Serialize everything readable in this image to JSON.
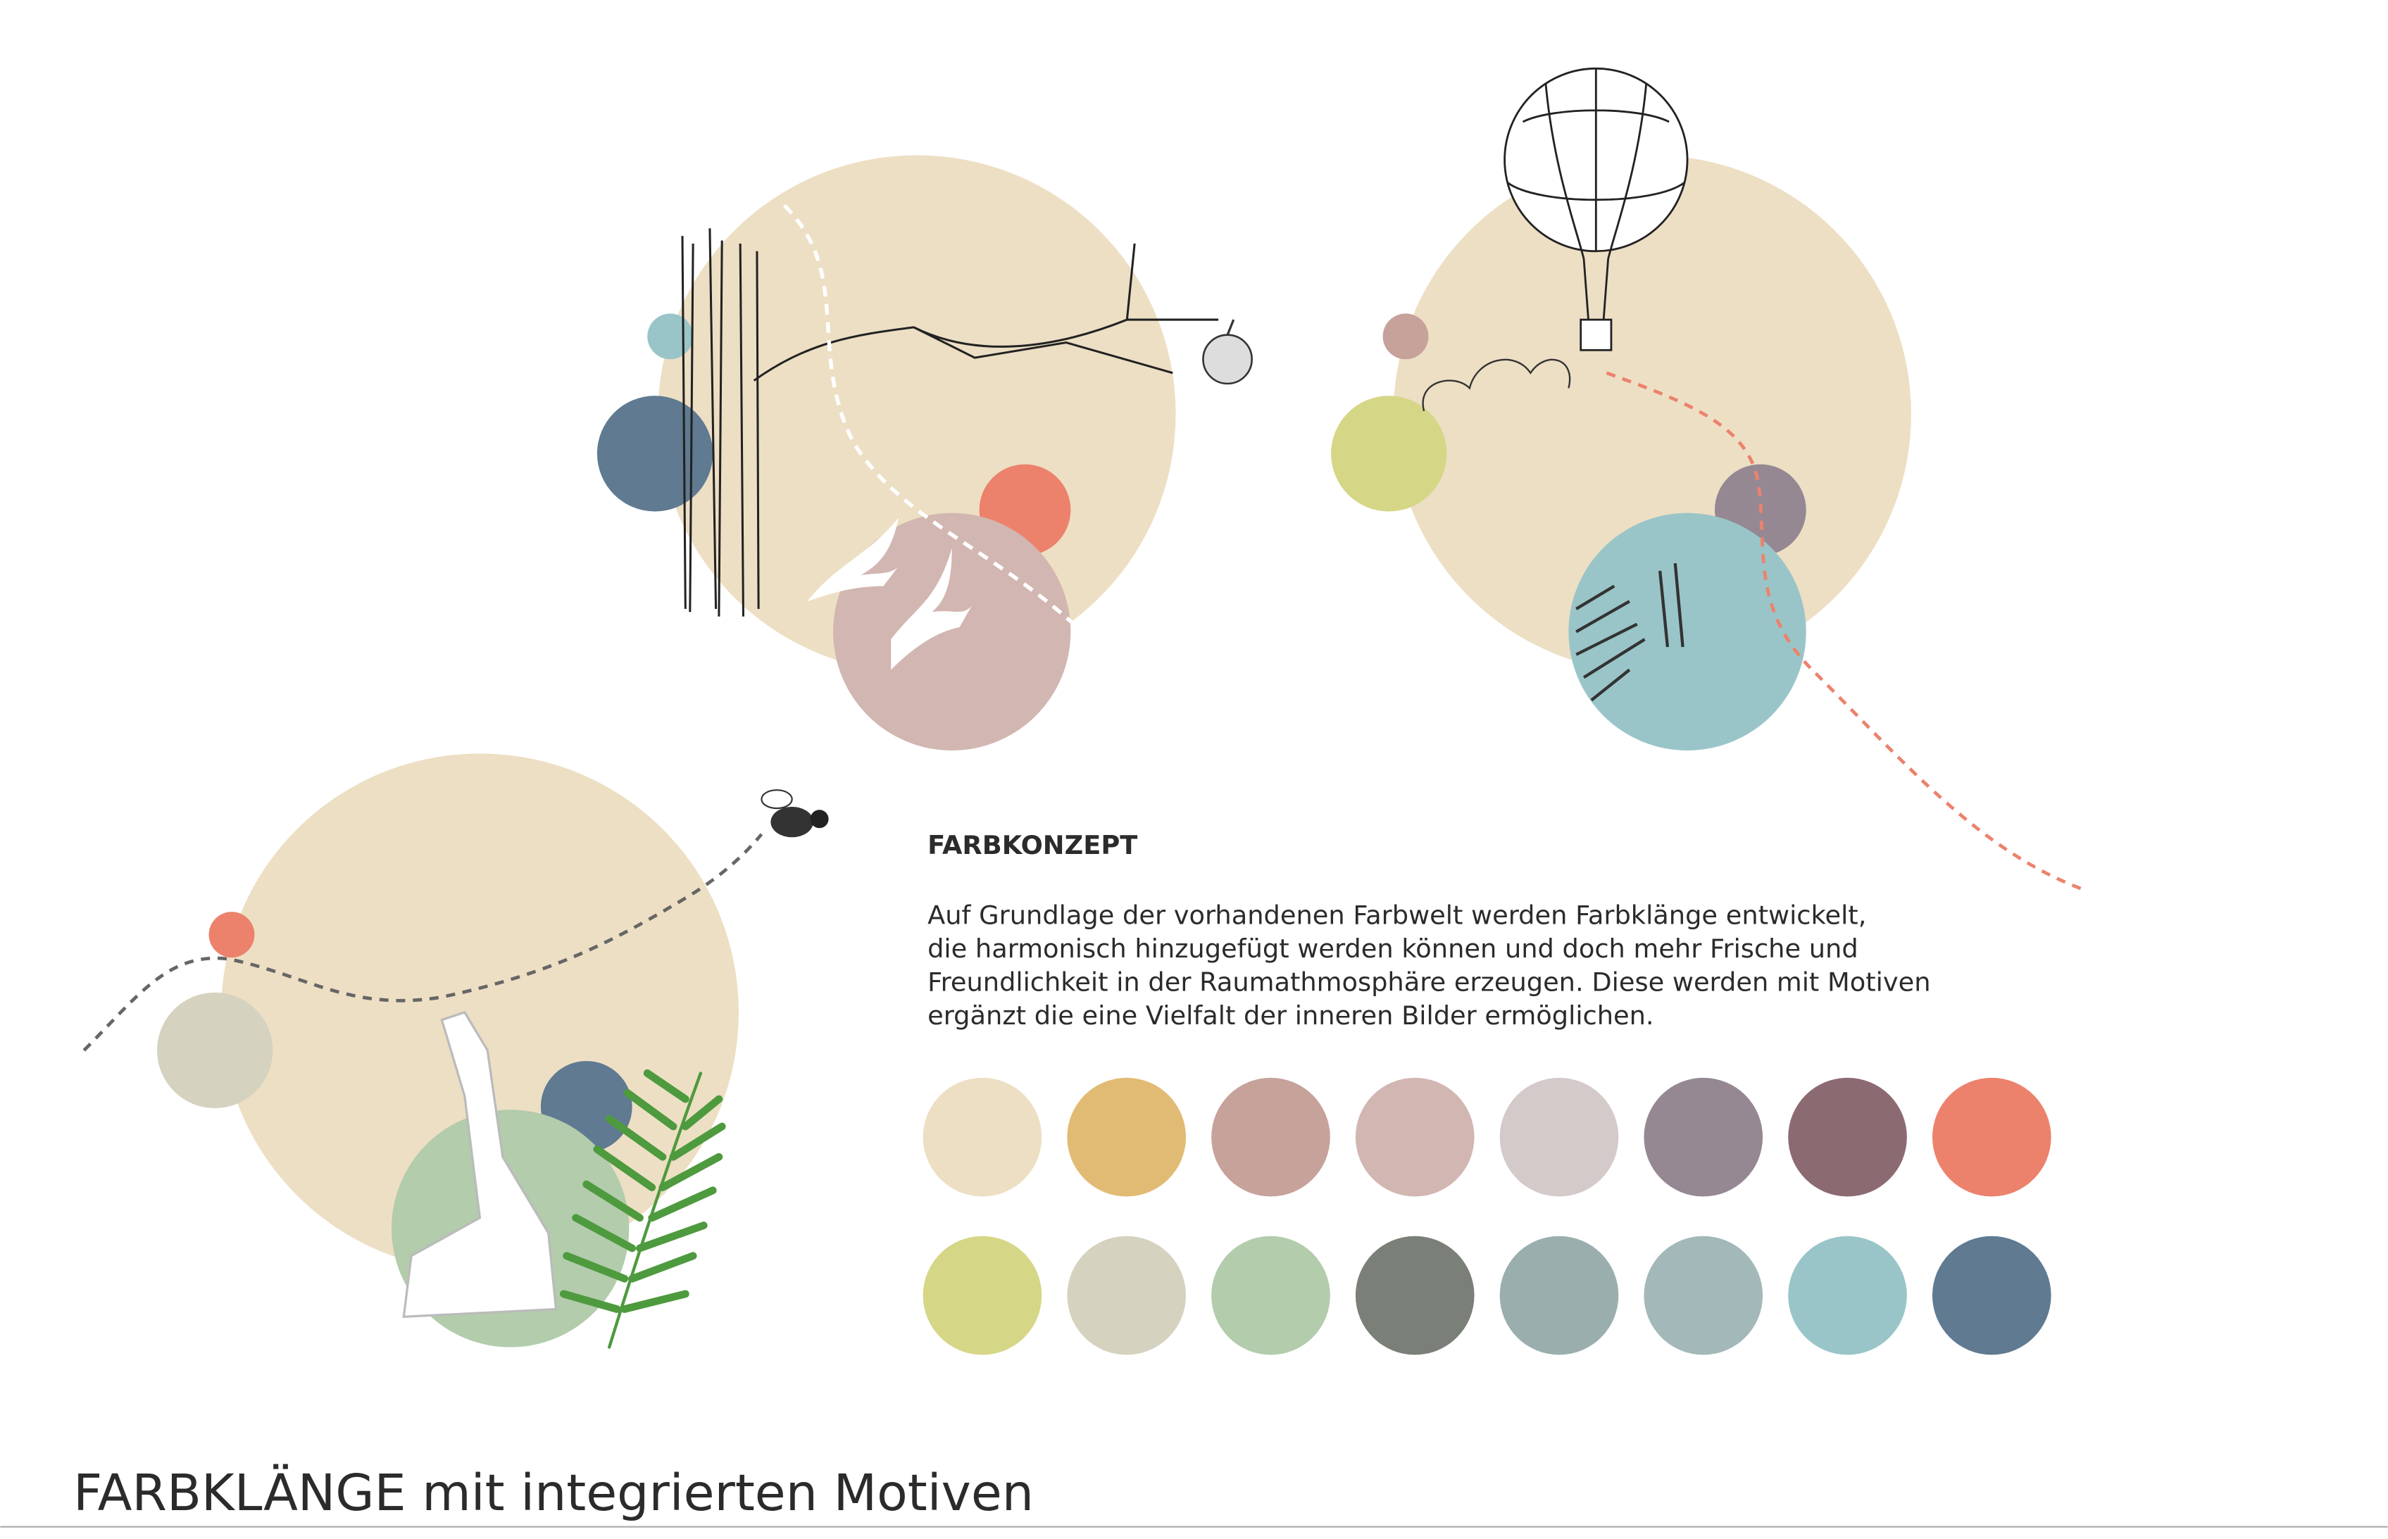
{
  "page_title": "FARBKLÄNGE mit integrierten Motiven",
  "concept": {
    "heading": "FARBKONZEPT",
    "body_lines": [
      "Auf Grundlage der vorhandenen Farbwelt werden Farbklänge entwickelt,",
      "die harmonisch hinzugefügt werden können und doch mehr Frische und",
      "Freundlichkeit in der Raumathmosphäre erzeugen. Diese werden mit Motiven",
      "ergänzt die eine Vielfalt der inneren Bilder ermöglichen."
    ]
  },
  "palette": {
    "row1": [
      "#EDDFC4",
      "#E1BB74",
      "#C6A29A",
      "#D2B6B1",
      "#D4CACA",
      "#958893",
      "#8C6A72",
      "#EC826C"
    ],
    "row2": [
      "#D6D687",
      "#D5D2BF",
      "#B2CCAC",
      "#7A7F78",
      "#9BAEAE",
      "#A3B8B8",
      "#9AC5C8",
      "#5F7A91"
    ]
  },
  "motifs": [
    {
      "name": "tree-apple-birds",
      "colors": [
        "#EDDFC4",
        "#9AC5C8",
        "#5F7A91",
        "#EC826C",
        "#D2B6B1"
      ]
    },
    {
      "name": "balloon-zebra",
      "colors": [
        "#EDDFC4",
        "#C6A29A",
        "#D6D687",
        "#958893",
        "#9AC5C8"
      ]
    },
    {
      "name": "giraffe-fern-bee",
      "colors": [
        "#EDDFC4",
        "#EC826C",
        "#D5D2BF",
        "#5F7A91",
        "#B2CCAC"
      ]
    }
  ]
}
